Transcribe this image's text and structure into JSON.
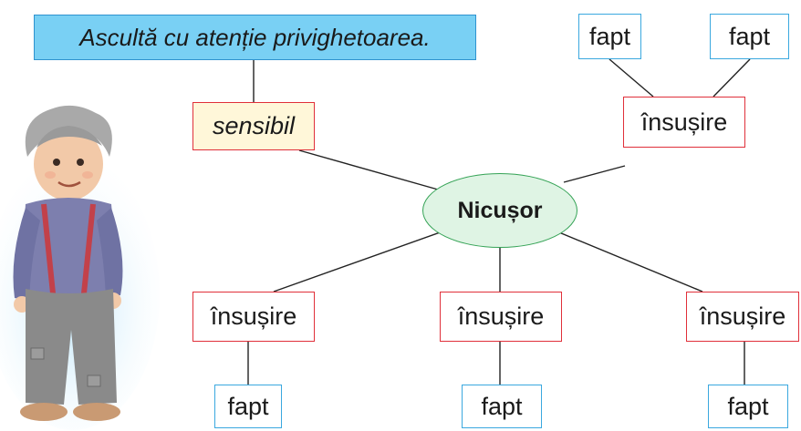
{
  "colors": {
    "statement_fill": "#79d0f4",
    "statement_border": "#2f93cf",
    "fact_border": "#3aa8df",
    "trait_border": "#e0303a",
    "trait_fill_highlight": "#fff7d9",
    "center_fill": "#dff4e4",
    "center_border": "#35a356",
    "line": "#222222"
  },
  "diagram": {
    "statement": "Ascultă cu atenție privighetoarea.",
    "center": "Nicușor",
    "trait_known": "sensibil",
    "trait_top_right": "însușire",
    "trait_bottom_left": "însușire",
    "trait_bottom_middle": "însușire",
    "trait_bottom_right": "însușire",
    "fact_top_left": "fapt",
    "fact_top_right": "fapt",
    "fact_bottom_left": "fapt",
    "fact_bottom_middle": "fapt",
    "fact_bottom_right": "fapt"
  },
  "illustration": {
    "icon": "boy-character-illustration"
  }
}
